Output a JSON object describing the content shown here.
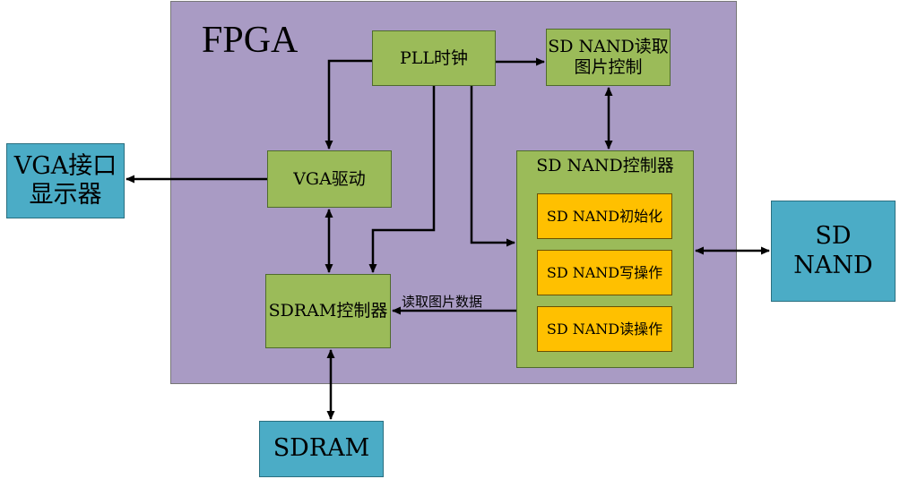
{
  "colors": {
    "fpga_fill": "#a99bc4",
    "green_fill": "#9bbb59",
    "teal_fill": "#4bacc6",
    "yellow_fill": "#ffc000",
    "line": "#000000"
  },
  "fpga": {
    "title": "FPGA"
  },
  "blocks": {
    "pll": "PLL时钟",
    "sd_read_ctrl": "SD NAND读取\n图片控制",
    "vga_drv": "VGA驱动",
    "sdram_ctrl": "SDRAM控制器",
    "sd_ctrl": "SD NAND控制器",
    "sd_init": "SD NAND初始化",
    "sd_write": "SD NAND写操作",
    "sd_read": "SD NAND读操作"
  },
  "externals": {
    "vga_display": "VGA接口\n显示器",
    "sd_nand": "SD NAND",
    "sdram": "SDRAM"
  },
  "labels": {
    "read_image_data": "读取图片数据"
  }
}
